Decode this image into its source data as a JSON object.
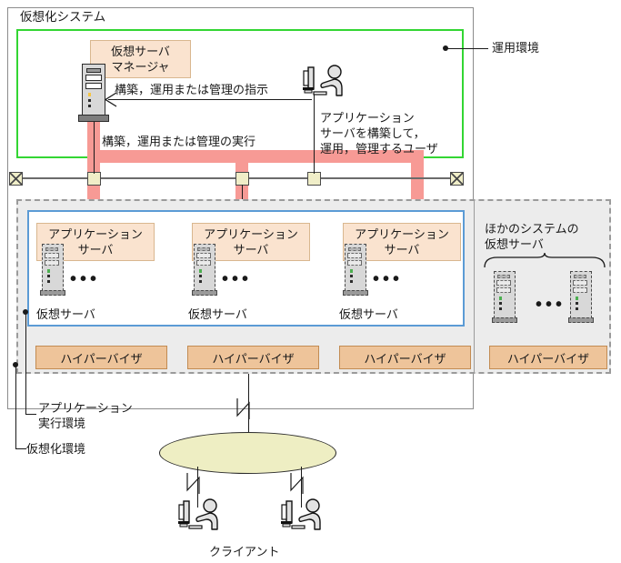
{
  "diagram": {
    "title": "仮想化システム",
    "outer_label": "仮想化システム",
    "environments": {
      "operation_env": "運用環境",
      "app_exec_env_line1": "アプリケーション",
      "app_exec_env_line2": "実行環境",
      "virtualization_env": "仮想化環境"
    },
    "manager": {
      "box_line1": "仮想サーバ",
      "box_line2": "マネージャ",
      "instruction_label": "構築，運用または管理の指示",
      "execution_label": "構築，運用または管理の実行"
    },
    "admin_user": {
      "line1": "アプリケーション",
      "line2": "サーバを構築して，",
      "line3": "運用，管理するユーザ"
    },
    "app_servers": [
      {
        "box_line1": "アプリケーション",
        "box_line2": "サーバ",
        "vserver_label": "仮想サーバ",
        "ellipsis": "•••",
        "hypervisor": "ハイパーバイザ"
      },
      {
        "box_line1": "アプリケーション",
        "box_line2": "サーバ",
        "vserver_label": "仮想サーバ",
        "ellipsis": "•••",
        "hypervisor": "ハイパーバイザ"
      },
      {
        "box_line1": "アプリケーション",
        "box_line2": "サーバ",
        "vserver_label": "仮想サーバ",
        "ellipsis": "•••",
        "hypervisor": "ハイパーバイザ"
      }
    ],
    "other_system": {
      "label_line1": "ほかのシステムの",
      "label_line2": "仮想サーバ",
      "ellipsis": "•••",
      "hypervisor": "ハイパーバイザ"
    },
    "client": {
      "label": "クライアント"
    },
    "colors": {
      "operation_env_border": "#33d633",
      "app_exec_env_border": "#5b9bd5",
      "virtualization_env_border": "#9b9b9b",
      "flow_arrow": "#f79a95",
      "tan_box": "#fae3cf",
      "hypervisor_box": "#eec49a",
      "network_ellipse": "#eeeec3",
      "bus_node": "#f0eec8",
      "outer_frame": "#8c8c8c"
    }
  }
}
